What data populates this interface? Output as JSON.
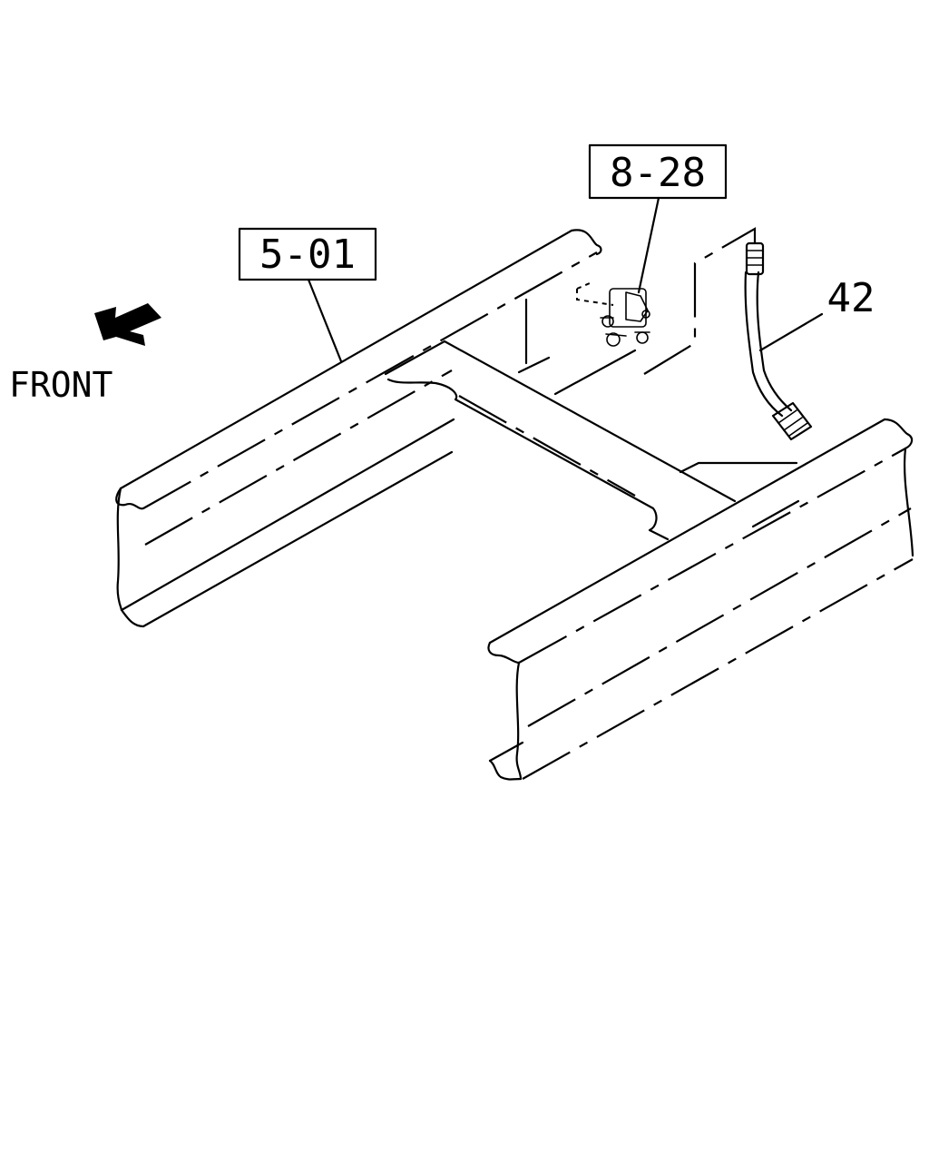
{
  "callouts": {
    "ref_5_01": "5-01",
    "ref_8_28": "8-28",
    "part_42": "42"
  },
  "direction": {
    "label": "FRONT",
    "icon": "front-arrow-icon"
  },
  "colors": {
    "line": "#000000",
    "background": "#ffffff"
  }
}
